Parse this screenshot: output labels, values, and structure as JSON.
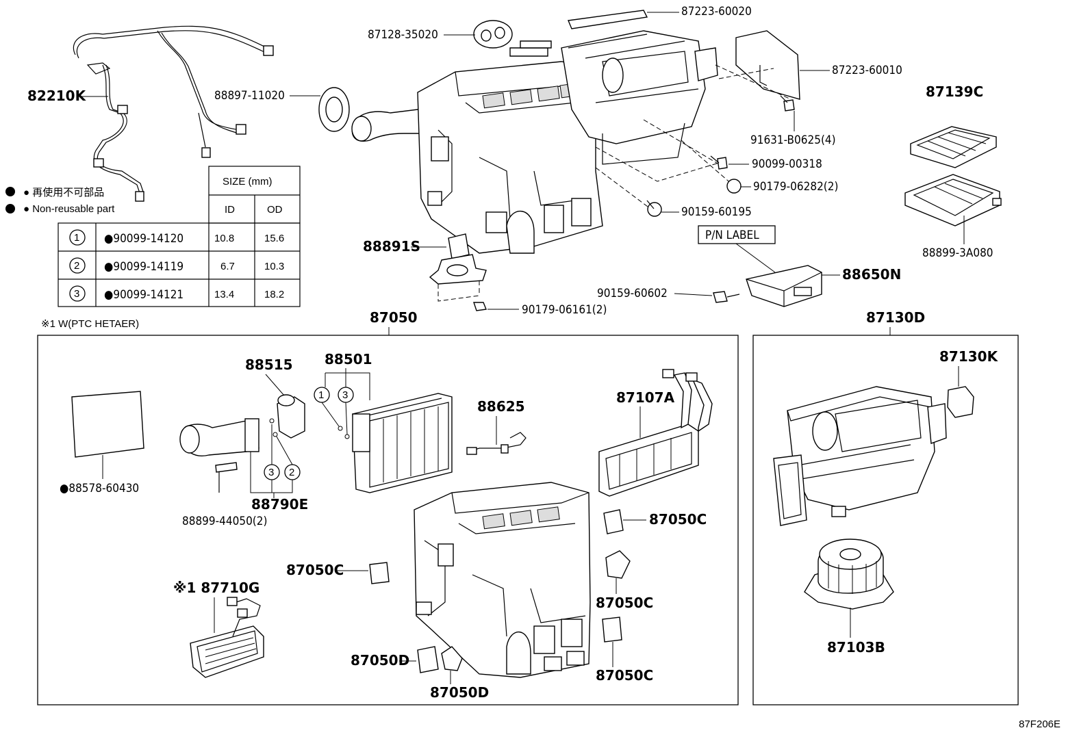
{
  "diagram_code": "87F206E",
  "legend": {
    "jp": "● 再使用不可部品",
    "en": "● Non-reusable part"
  },
  "table": {
    "size_header": "SIZE (mm)",
    "col_id": "ID",
    "col_od": "OD",
    "rows": [
      {
        "no": "1",
        "part": "●90099-14120",
        "id": "10.8",
        "od": "15.6"
      },
      {
        "no": "2",
        "part": "●90099-14119",
        "id": "6.7",
        "od": "10.3"
      },
      {
        "no": "3",
        "part": "●90099-14121",
        "id": "13.4",
        "od": "18.2"
      }
    ]
  },
  "note": "※1 W(PTC HETAER)",
  "pn_label": "P/N LABEL",
  "circled": {
    "one": "1",
    "two": "2",
    "three": "3"
  },
  "labels": {
    "p82210K": "82210K",
    "p87128": "87128-35020",
    "p88897": "88897-11020",
    "p87223_60020": "87223-60020",
    "p87223_60010": "87223-60010",
    "p91631": "91631-B0625(4)",
    "p90099_00318": "90099-00318",
    "p90179_06282": "90179-06282(2)",
    "p90159_60195": "90159-60195",
    "p87139C": "87139C",
    "p88899_3A080": "88899-3A080",
    "p88891S": "88891S",
    "p90179_06161": "90179-06161(2)",
    "p90159_60602": "90159-60602",
    "p88650N": "88650N",
    "p87050": "87050",
    "p87130D": "87130D",
    "p88515": "88515",
    "p88501": "88501",
    "p88625": "88625",
    "p87107A": "87107A",
    "p87130K": "87130K",
    "p88578": "●88578-60430",
    "p88790E": "88790E",
    "p88899_44050": "88899-44050(2)",
    "p87050C_a": "87050C",
    "p87050C_b": "87050C",
    "p87050C_c": "87050C",
    "p87050C_d": "87050C",
    "p87710G": "※1 87710G",
    "p87050D_a": "87050D",
    "p87050D_b": "87050D",
    "p87103B": "87103B"
  }
}
